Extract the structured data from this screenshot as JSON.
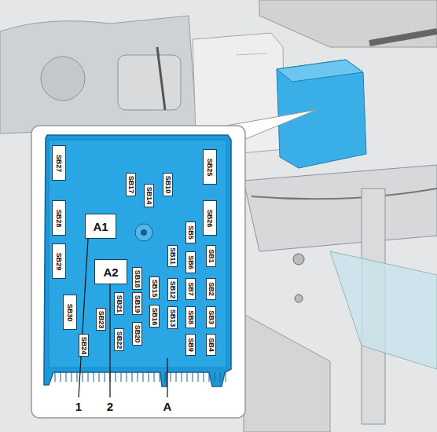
{
  "diagram": {
    "nodes": [
      {
        "text": [
          "SB27"
        ]
      },
      {
        "text": [
          "SB25"
        ]
      },
      {
        "text": [
          "SB17"
        ]
      },
      {
        "text": [
          "SB10"
        ]
      },
      {
        "text": [
          "SB14"
        ]
      },
      {
        "text": [
          "SB28"
        ]
      },
      {
        "text": [
          "SB26"
        ]
      },
      {
        "text": [
          "A1"
        ]
      },
      {
        "text": [
          "SB5"
        ]
      },
      {
        "text": [
          "SB29"
        ]
      },
      {
        "text": [
          "SB11"
        ]
      },
      {
        "text": [
          "SB6"
        ]
      },
      {
        "text": [
          "SB1"
        ]
      },
      {
        "text": [
          "A2"
        ]
      },
      {
        "text": [
          "SB18"
        ]
      },
      {
        "text": [
          "SB15"
        ]
      },
      {
        "text": [
          "SB12"
        ]
      },
      {
        "text": [
          "SB7"
        ]
      },
      {
        "text": [
          "SB2"
        ]
      },
      {
        "text": [
          "SB21"
        ]
      },
      {
        "text": [
          "SB19"
        ]
      },
      {
        "text": [
          "SB30"
        ]
      },
      {
        "text": [
          "SB23"
        ]
      },
      {
        "text": [
          "SB16"
        ]
      },
      {
        "text": [
          "SB13"
        ]
      },
      {
        "text": [
          "SB8"
        ]
      },
      {
        "text": [
          "SB3"
        ]
      },
      {
        "text": [
          "SB20"
        ]
      },
      {
        "text": [
          "SB22"
        ]
      },
      {
        "text": [
          "SB24"
        ]
      },
      {
        "text": [
          "SB9"
        ]
      },
      {
        "text": [
          "SB4"
        ]
      }
    ],
    "labels": [
      "1",
      "2",
      "A"
    ]
  }
}
